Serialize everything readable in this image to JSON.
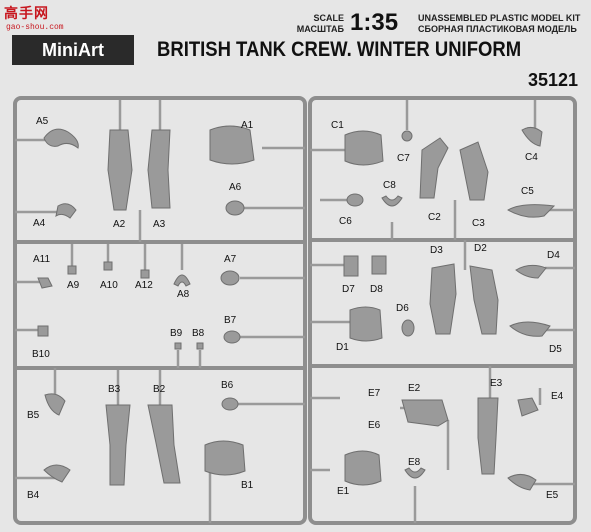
{
  "watermark": {
    "text": "高手网",
    "url": "gao-shou.com"
  },
  "brand": {
    "logo": "MiniArt"
  },
  "header": {
    "scale_label_line1": "SCALE",
    "scale_label_line2": "МАСШТАБ",
    "scale_value": "1:35",
    "kit_type_en": "UNASSEMBLED PLASTIC MODEL KIT",
    "kit_type_ru": "СБОРНАЯ ПЛАСТИКОВАЯ МОДЕЛЬ",
    "title": "BRITISH TANK CREW. WINTER UNIFORM",
    "kit_number": "35121"
  },
  "sprues": {
    "A": [
      "A1",
      "A2",
      "A3",
      "A4",
      "A5",
      "A6",
      "A7",
      "A8",
      "A9",
      "A10",
      "A11",
      "A12"
    ],
    "B": [
      "B1",
      "B2",
      "B3",
      "B4",
      "B5",
      "B6",
      "B7",
      "B8",
      "B9",
      "B10"
    ],
    "C": [
      "C1",
      "C2",
      "C3",
      "C4",
      "C5",
      "C6",
      "C7",
      "C8"
    ],
    "D": [
      "D1",
      "D2",
      "D3",
      "D4",
      "D5",
      "D6",
      "D7",
      "D8"
    ],
    "E": [
      "E1",
      "E2",
      "E3",
      "E4",
      "E5",
      "E6",
      "E7",
      "E8"
    ]
  },
  "colors": {
    "sprue": "#8e8e8e",
    "part": "#9a9a9a",
    "part_dark": "#6f6f6f",
    "background": "#e6e6e6"
  }
}
